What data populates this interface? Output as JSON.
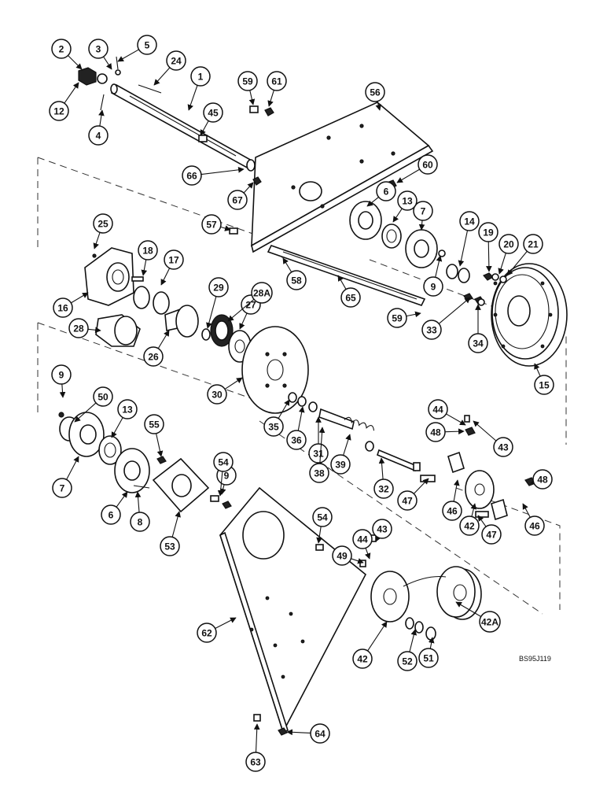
{
  "drawing_code": "BS95J119",
  "callouts": [
    {
      "label": "1"
    },
    {
      "label": "2"
    },
    {
      "label": "3"
    },
    {
      "label": "4"
    },
    {
      "label": "5"
    },
    {
      "label": "6"
    },
    {
      "label": "6"
    },
    {
      "label": "7"
    },
    {
      "label": "7"
    },
    {
      "label": "8"
    },
    {
      "label": "9"
    },
    {
      "label": "9"
    },
    {
      "label": "9"
    },
    {
      "label": "12"
    },
    {
      "label": "13"
    },
    {
      "label": "13"
    },
    {
      "label": "14"
    },
    {
      "label": "15"
    },
    {
      "label": "16"
    },
    {
      "label": "17"
    },
    {
      "label": "18"
    },
    {
      "label": "19"
    },
    {
      "label": "20"
    },
    {
      "label": "21"
    },
    {
      "label": "24"
    },
    {
      "label": "25"
    },
    {
      "label": "26"
    },
    {
      "label": "27"
    },
    {
      "label": "28"
    },
    {
      "label": "28A"
    },
    {
      "label": "29"
    },
    {
      "label": "30"
    },
    {
      "label": "31"
    },
    {
      "label": "32"
    },
    {
      "label": "33"
    },
    {
      "label": "34"
    },
    {
      "label": "35"
    },
    {
      "label": "36"
    },
    {
      "label": "38"
    },
    {
      "label": "39"
    },
    {
      "label": "42"
    },
    {
      "label": "42"
    },
    {
      "label": "42A"
    },
    {
      "label": "43"
    },
    {
      "label": "43"
    },
    {
      "label": "44"
    },
    {
      "label": "44"
    },
    {
      "label": "45"
    },
    {
      "label": "46"
    },
    {
      "label": "46"
    },
    {
      "label": "47"
    },
    {
      "label": "47"
    },
    {
      "label": "48"
    },
    {
      "label": "48"
    },
    {
      "label": "49"
    },
    {
      "label": "50"
    },
    {
      "label": "51"
    },
    {
      "label": "52"
    },
    {
      "label": "53"
    },
    {
      "label": "54"
    },
    {
      "label": "54"
    },
    {
      "label": "55"
    },
    {
      "label": "56"
    },
    {
      "label": "57"
    },
    {
      "label": "58"
    },
    {
      "label": "59"
    },
    {
      "label": "59"
    },
    {
      "label": "60"
    },
    {
      "label": "61"
    },
    {
      "label": "62"
    },
    {
      "label": "63"
    },
    {
      "label": "64"
    },
    {
      "label": "65"
    },
    {
      "label": "66"
    },
    {
      "label": "67"
    }
  ]
}
